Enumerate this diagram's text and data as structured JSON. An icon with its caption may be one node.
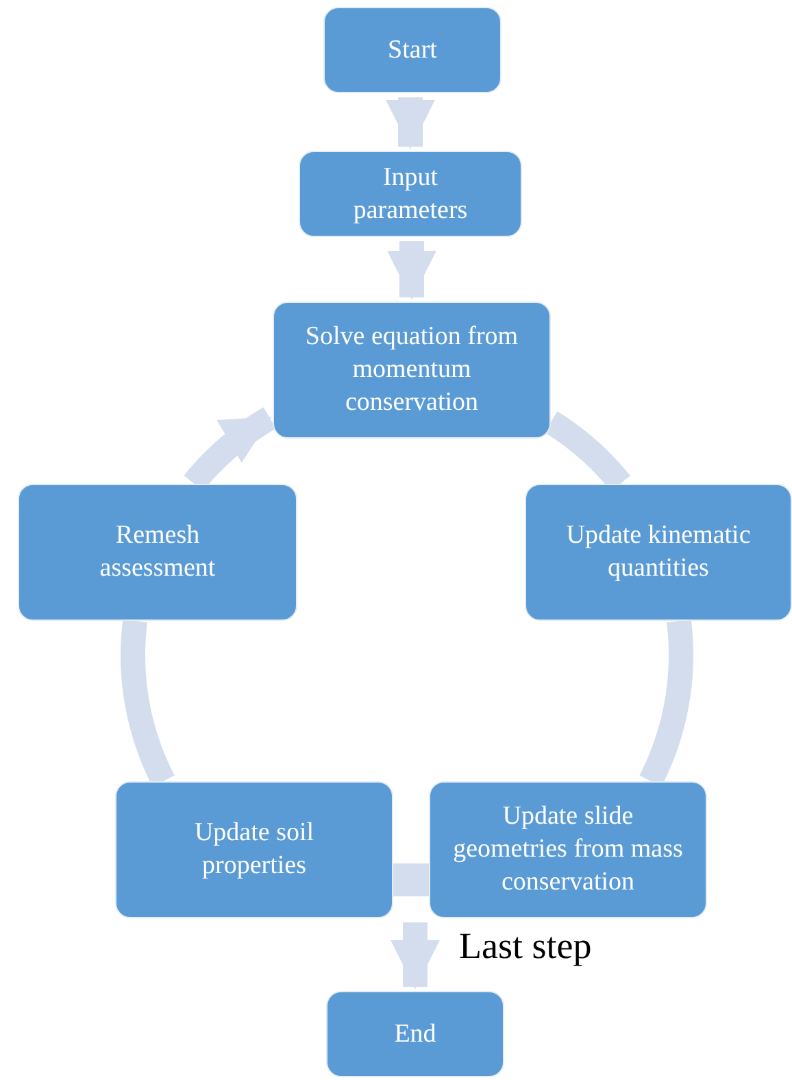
{
  "diagram": {
    "nodes": [
      {
        "text": [
          "Start"
        ]
      },
      {
        "text": [
          "Input parameters"
        ]
      },
      {
        "text": [
          "Solve equation from momentum conservation"
        ]
      },
      {
        "text": [
          "Update kinematic quantities"
        ]
      },
      {
        "text": [
          "Update slide geometries from mass conservation"
        ]
      },
      {
        "text": [
          "Update soil properties"
        ]
      },
      {
        "text": [
          "Remesh assessment"
        ]
      },
      {
        "text": [
          "End"
        ]
      }
    ],
    "edges": [
      {
        "from": 0,
        "to": 1,
        "arrow": "to"
      },
      {
        "from": 1,
        "to": 2,
        "arrow": "to"
      },
      {
        "from": 2,
        "to": 3,
        "arrow": "none"
      },
      {
        "from": 3,
        "to": 4,
        "arrow": "none"
      },
      {
        "from": 4,
        "to": 5,
        "arrow": "none"
      },
      {
        "from": 5,
        "to": 6,
        "arrow": "none"
      },
      {
        "from": 6,
        "to": 2,
        "arrow": "to"
      },
      {
        "from": 4,
        "to": 7,
        "arrow": "to",
        "label": "Last step"
      }
    ]
  }
}
